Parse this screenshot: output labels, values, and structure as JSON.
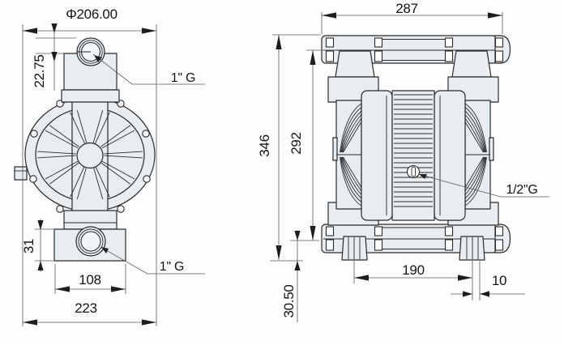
{
  "drawing": {
    "colors": {
      "line": "#2a2a2a",
      "fill": "#e8edf1",
      "dim_line": "#5a5a5a",
      "background": "#fdfdfd"
    },
    "side_view": {
      "dims": {
        "flange_diameter": "Φ206.00",
        "port_drop": "22.75",
        "top_port": "1'' G",
        "bottom_port": "1'' G",
        "base_height": "31",
        "base_width": "108",
        "overall_depth": "223"
      }
    },
    "front_view": {
      "dims": {
        "overall_width": "287",
        "overall_height": "346",
        "body_height": "292",
        "air_inlet": "1/2''G",
        "foot_spacing": "190",
        "foot_offset": "10",
        "ground_clearance": "30.50"
      }
    }
  }
}
